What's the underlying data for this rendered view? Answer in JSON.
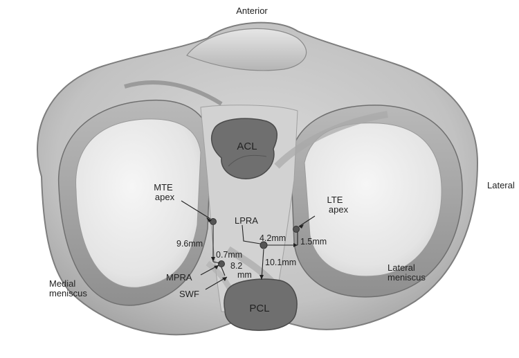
{
  "labels": {
    "anterior": "Anterior",
    "lateral": "Lateral",
    "acl": "ACL",
    "pcl": "PCL",
    "mte_line1": "MTE",
    "mte_line2": "apex",
    "lte_line1": "LTE",
    "lte_line2": "apex",
    "lpra": "LPRA",
    "mpra": "MPRA",
    "swf": "SWF",
    "medial_line1": "Medial",
    "medial_line2": "meniscus",
    "lateral_meniscus_line1": "Lateral",
    "lateral_meniscus_line2": "meniscus"
  },
  "measurements": {
    "mte_to_mpra": "9.6mm",
    "mpra_offset": "0.7mm",
    "mpra_to_swf_line1": "8.2",
    "mpra_to_swf_line2": "mm",
    "lpra_horizontal": "4.2mm",
    "lte_offset": "1.5mm",
    "lpra_to_pcl": "10.1mm"
  },
  "colors": {
    "ligament_fill": "#6f6f6f",
    "tissue_light": "#d7d7d7",
    "tissue_mid": "#bdbdbd",
    "plateau": "#ececec",
    "marker": "#555555"
  }
}
